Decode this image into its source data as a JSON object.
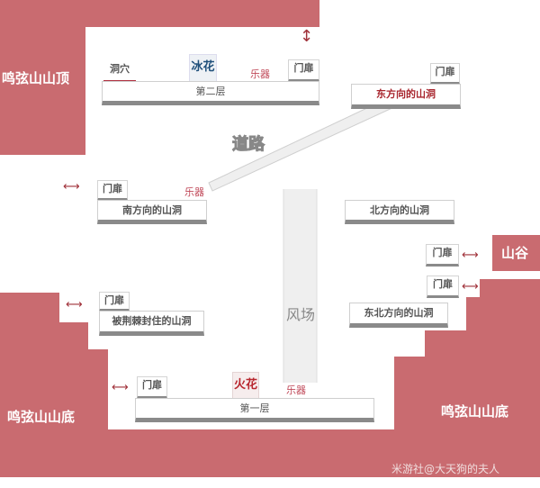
{
  "colors": {
    "region": "#c96b70",
    "ice": "#1f4f7a",
    "fire": "#b8262e",
    "instrument": "#c04858"
  },
  "regions": {
    "summit": "鸣弦山山顶",
    "base_left": "鸣弦山山底",
    "base_right": "鸣弦山山底",
    "valley": "山谷"
  },
  "floor2": {
    "label": "第二层",
    "cave": "洞穴",
    "item": "冰花",
    "instrument": "乐器",
    "door": "门扉"
  },
  "east_cave": {
    "label": "东方向的山洞",
    "door": "门扉"
  },
  "road": {
    "label": "道路",
    "instrument": "乐器"
  },
  "south_cave": {
    "label": "南方向的山洞",
    "door": "门扉"
  },
  "north_cave": {
    "label": "北方向的山洞"
  },
  "wind": {
    "label": "风场"
  },
  "valley_doors": [
    "门扉",
    "门扉"
  ],
  "northeast_cave": {
    "label": "东北方向的山洞"
  },
  "thorn_cave": {
    "label": "被荆棘封住的山洞",
    "door": "门扉"
  },
  "floor1": {
    "label": "第一层",
    "door": "门扉",
    "item": "火花",
    "instrument": "乐器"
  },
  "watermark": "米游社@大天狗的夫人"
}
